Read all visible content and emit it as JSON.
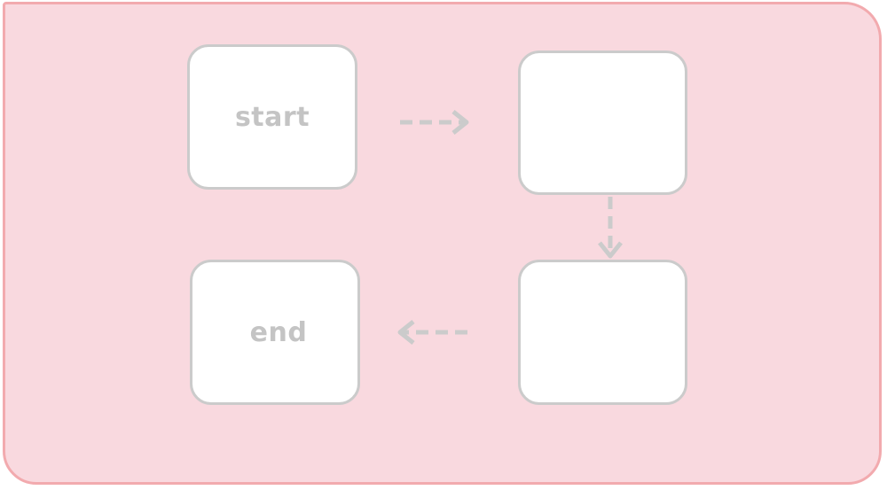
{
  "diagram": {
    "nodes": [
      {
        "id": "start",
        "label": "start"
      },
      {
        "id": "step-2",
        "label": ""
      },
      {
        "id": "step-3",
        "label": ""
      },
      {
        "id": "end",
        "label": "end"
      }
    ],
    "edges": [
      {
        "from": "start",
        "to": "step-2",
        "style": "dashed"
      },
      {
        "from": "step-2",
        "to": "step-3",
        "style": "dashed"
      },
      {
        "from": "step-3",
        "to": "end",
        "style": "dashed"
      }
    ]
  },
  "colors": {
    "panel_fill": "#f9d9df",
    "panel_border": "#f2aaae",
    "node_fill": "#ffffff",
    "node_border": "#cbcbcb",
    "text": "#c4c4c4",
    "arrow": "#cbcbcb"
  }
}
